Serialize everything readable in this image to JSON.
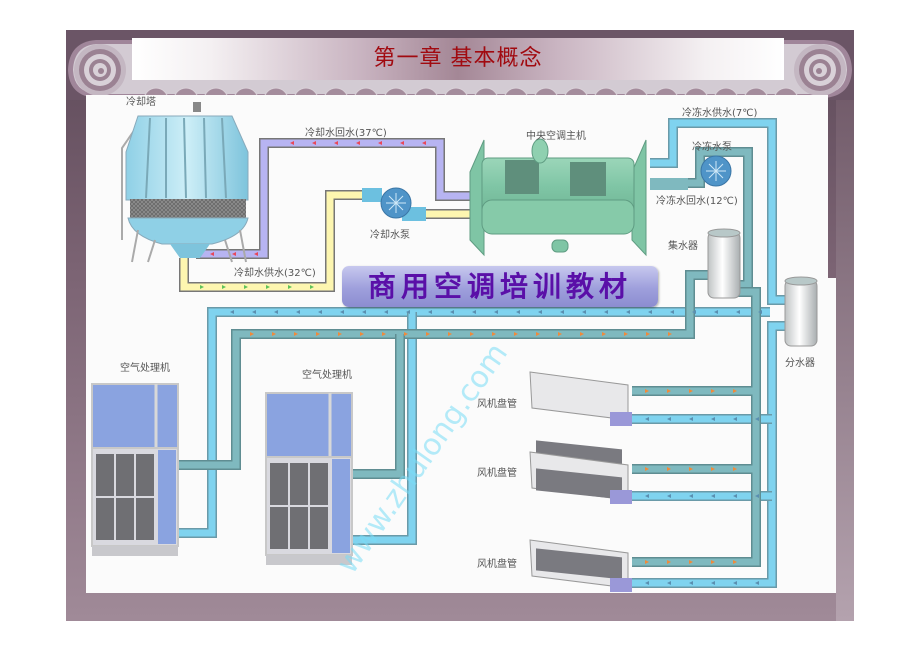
{
  "slide": {
    "title": "第一章 基本概念",
    "banner": "商用空调培训教材",
    "watermark": "www.zhulong.com"
  },
  "colors": {
    "frame": "#6b5566",
    "title_text": "#a10a10",
    "banner_text": "#5a0fa8",
    "cooling_return_pipe": "#b7b4f2",
    "cooling_supply_pipe": "#fdf6b0",
    "chilled_supply_pipe": "#7fd3ef",
    "chilled_return_pipe": "#7fb9bf",
    "return_arrow": "#f08a3a",
    "cooling_return_arrow": "#e8475a",
    "cooling_supply_arrow": "#5fc25a"
  },
  "diagram": {
    "components": {
      "cooling_tower": "冷却塔",
      "chiller": "中央空调主机",
      "cooling_pump": "冷却水泵",
      "chilled_pump": "冷冻水泵",
      "collector": "集水器",
      "distributor": "分水器",
      "ahu_1": "空气处理机",
      "ahu_2": "空气处理机",
      "fcu_1": "风机盘管",
      "fcu_2": "风机盘管",
      "fcu_3": "风机盘管"
    },
    "pipes": {
      "cooling_return": "冷却水回水(37℃)",
      "cooling_supply": "冷却水供水(32℃)",
      "chilled_supply": "冷冻水供水(7℃)",
      "chilled_return": "冷冻水回水(12℃)"
    }
  }
}
